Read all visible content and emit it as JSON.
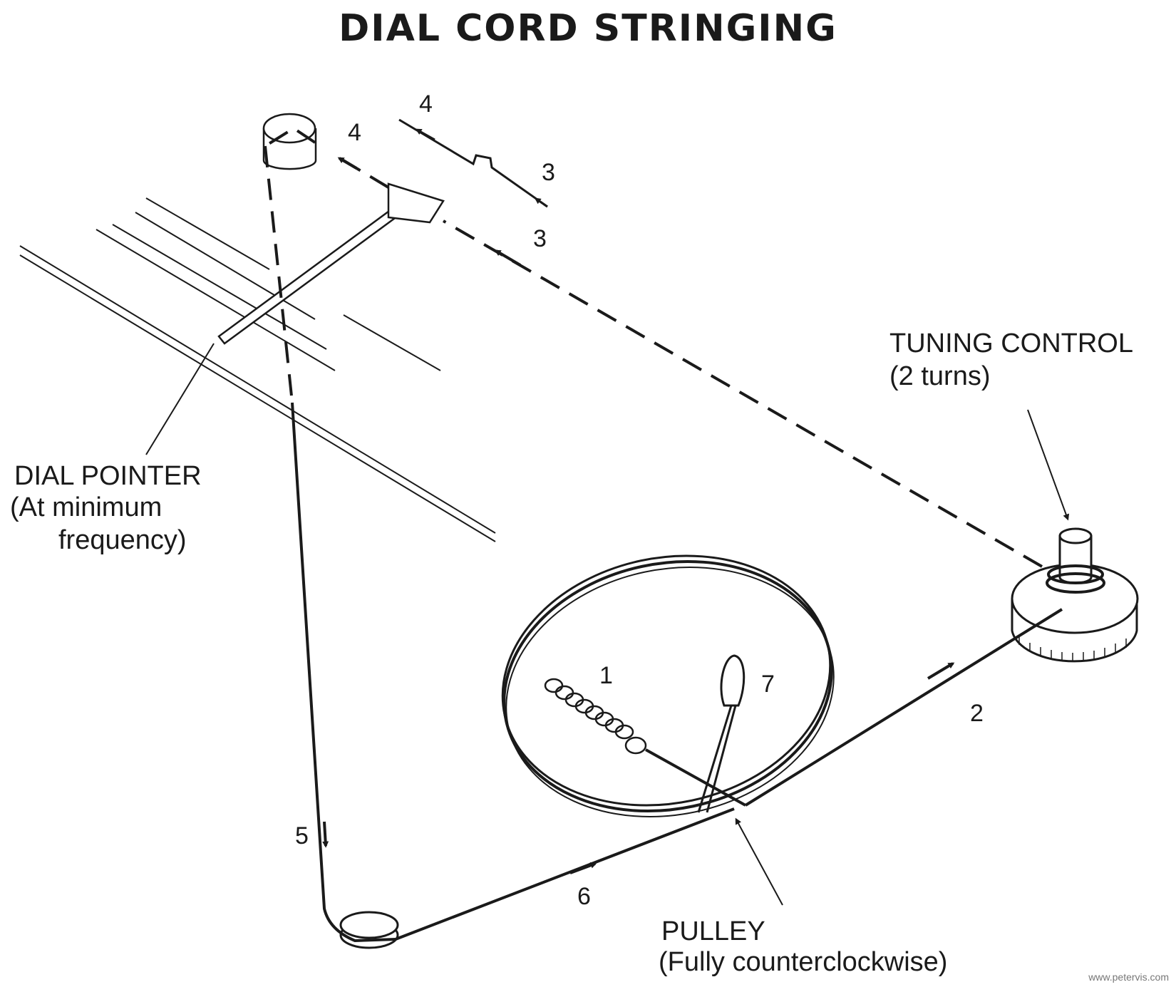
{
  "title": "DIAL CORD STRINGING",
  "labels": {
    "tuning_control": "TUNING CONTROL",
    "tuning_control_note": "(2 turns)",
    "dial_pointer": "DIAL POINTER",
    "dial_pointer_note_1": "(At minimum",
    "dial_pointer_note_2": "frequency)",
    "pulley": "PULLEY",
    "pulley_note": "(Fully counterclockwise)"
  },
  "step_numbers": {
    "n1": "1",
    "n2": "2",
    "n3a": "3",
    "n3b": "3",
    "n4a": "4",
    "n4b": "4",
    "n5": "5",
    "n6": "6",
    "n7": "7"
  },
  "watermark": "www.petervis.com",
  "colors": {
    "ink": "#1a1a1a",
    "background": "#ffffff"
  }
}
